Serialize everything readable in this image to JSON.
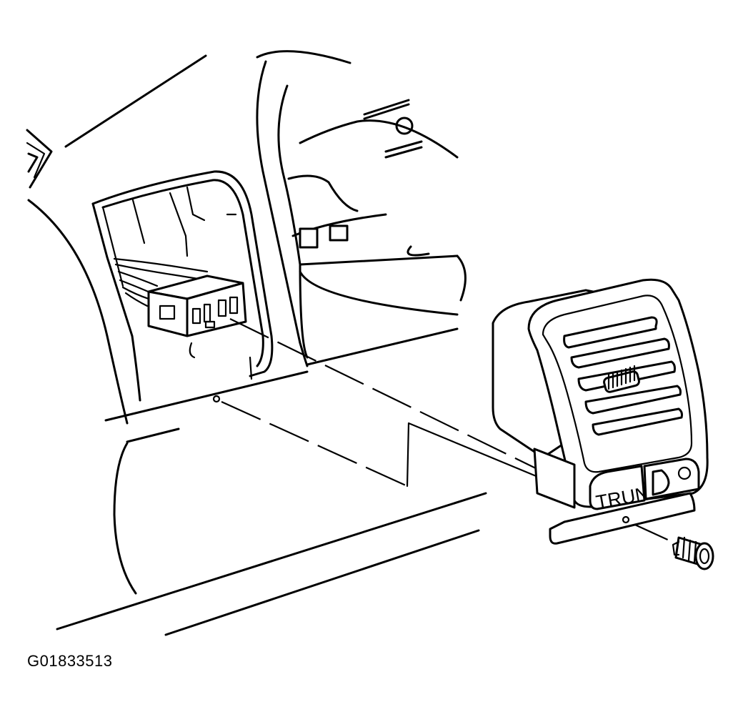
{
  "figure": {
    "id_label": "G01833513",
    "button_label": "TRUNK"
  },
  "parts": [
    "instrument-panel-opening",
    "wiring-harness-connector",
    "air-outlet-switch-panel",
    "trunk-release-switch",
    "dimmer-switch",
    "retaining-screw"
  ],
  "colors": {
    "line": "#000000",
    "background": "#ffffff"
  }
}
